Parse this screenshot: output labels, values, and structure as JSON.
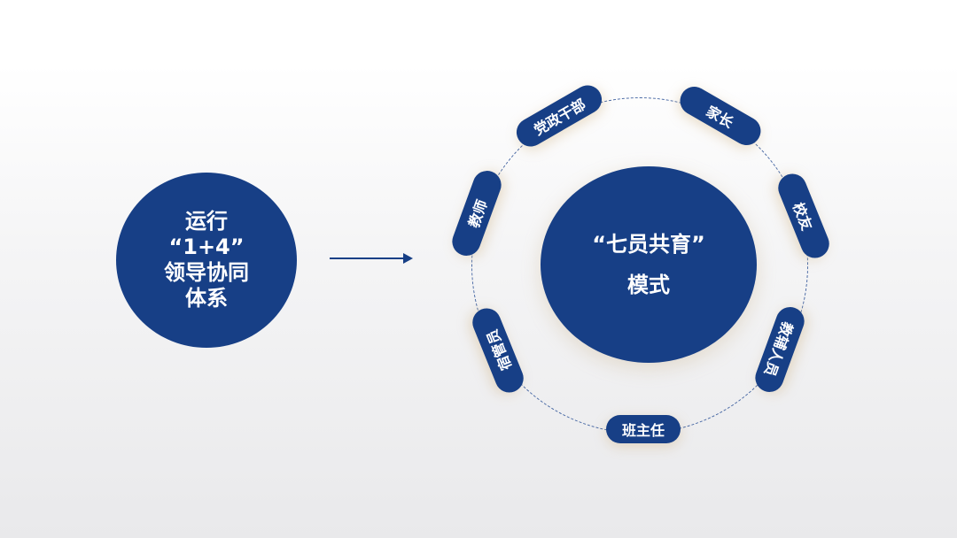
{
  "left": {
    "lines": [
      "运行",
      "“1+4”",
      "领导协同",
      "体系"
    ]
  },
  "center": {
    "lines": [
      "“七员共育”",
      "模式"
    ]
  },
  "nodes": {
    "party": "党政干部",
    "parent": "家长",
    "alumni": "校友",
    "staff": "教辅人员",
    "headteacher": "班主任",
    "dorm": "宿管员",
    "teacher": "教师"
  },
  "colors": {
    "primary": "#173f86",
    "ring": "#4a6aa5"
  }
}
